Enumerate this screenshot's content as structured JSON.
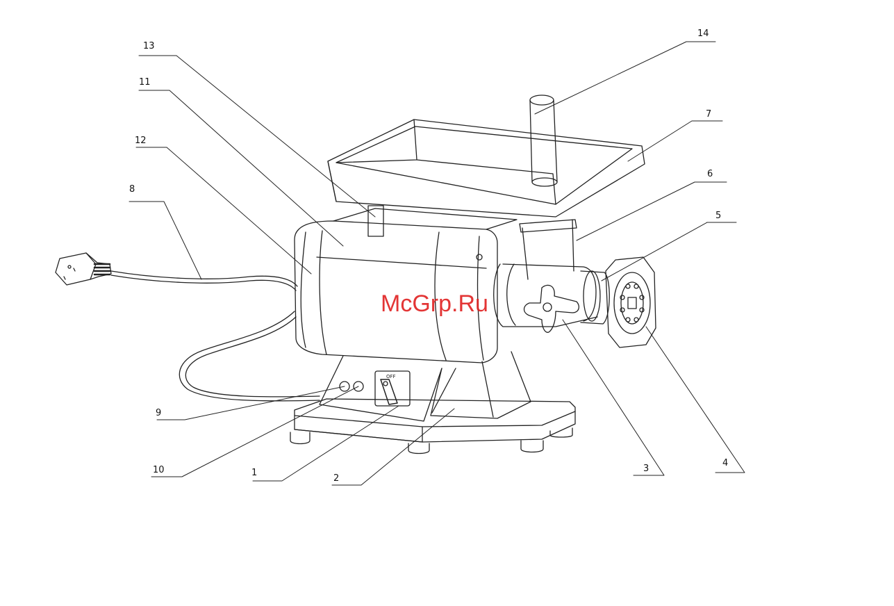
{
  "watermark": {
    "text": "McGrp.Ru",
    "color": "#e02020"
  },
  "panel": {
    "switch_label": "OFF"
  },
  "callouts": [
    {
      "id": "c1",
      "label": "1"
    },
    {
      "id": "c2",
      "label": "2"
    },
    {
      "id": "c3",
      "label": "3"
    },
    {
      "id": "c4",
      "label": "4"
    },
    {
      "id": "c5",
      "label": "5"
    },
    {
      "id": "c6",
      "label": "6"
    },
    {
      "id": "c7",
      "label": "7"
    },
    {
      "id": "c8",
      "label": "8"
    },
    {
      "id": "c9",
      "label": "9"
    },
    {
      "id": "c10",
      "label": "10"
    },
    {
      "id": "c11",
      "label": "11"
    },
    {
      "id": "c12",
      "label": "12"
    },
    {
      "id": "c13",
      "label": "13"
    },
    {
      "id": "c14",
      "label": "14"
    }
  ],
  "colors": {
    "line": "#222222",
    "background": "#ffffff"
  }
}
